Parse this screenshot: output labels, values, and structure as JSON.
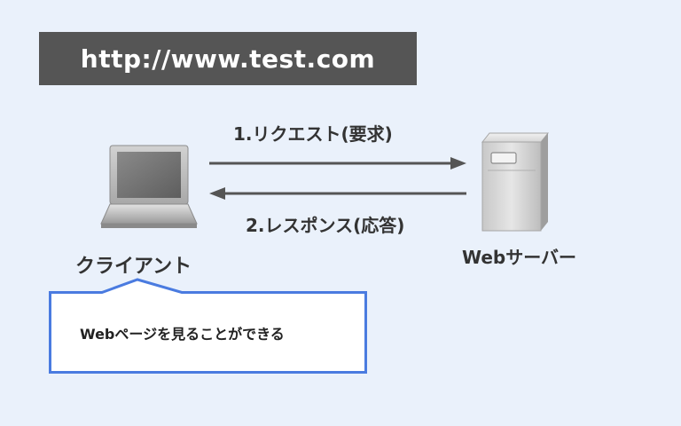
{
  "url": "http://www.test.com",
  "request_label": "1.リクエスト(要求)",
  "response_label": "2.レスポンス(応答)",
  "client_label": "クライアント",
  "server_label": "Webサーバー",
  "bubble_text": "Webページを見ることができる",
  "icons": {
    "client": "laptop-icon",
    "server": "server-icon"
  },
  "colors": {
    "background": "#eaf1fb",
    "banner": "#555555",
    "arrow": "#555555",
    "bubble_border": "#4a7be0",
    "bubble_fill": "#ffffff"
  }
}
